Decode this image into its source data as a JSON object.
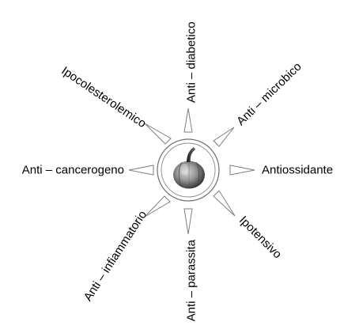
{
  "center": {
    "image": "pumpkin-icon"
  },
  "labels": {
    "top": "Anti – diabetico",
    "top_right": "Anti – microbico",
    "right": "Antiossidante",
    "bottom_right": "Ipotensivo",
    "bottom": "Anti – parassita",
    "bottom_left": "Anti – infiammatorio",
    "left": "Anti – cancerogeno",
    "top_left": "Ipocolesterolemico"
  },
  "colors": {
    "arrow_stroke": "#7f7f7f",
    "text": "#000000"
  }
}
